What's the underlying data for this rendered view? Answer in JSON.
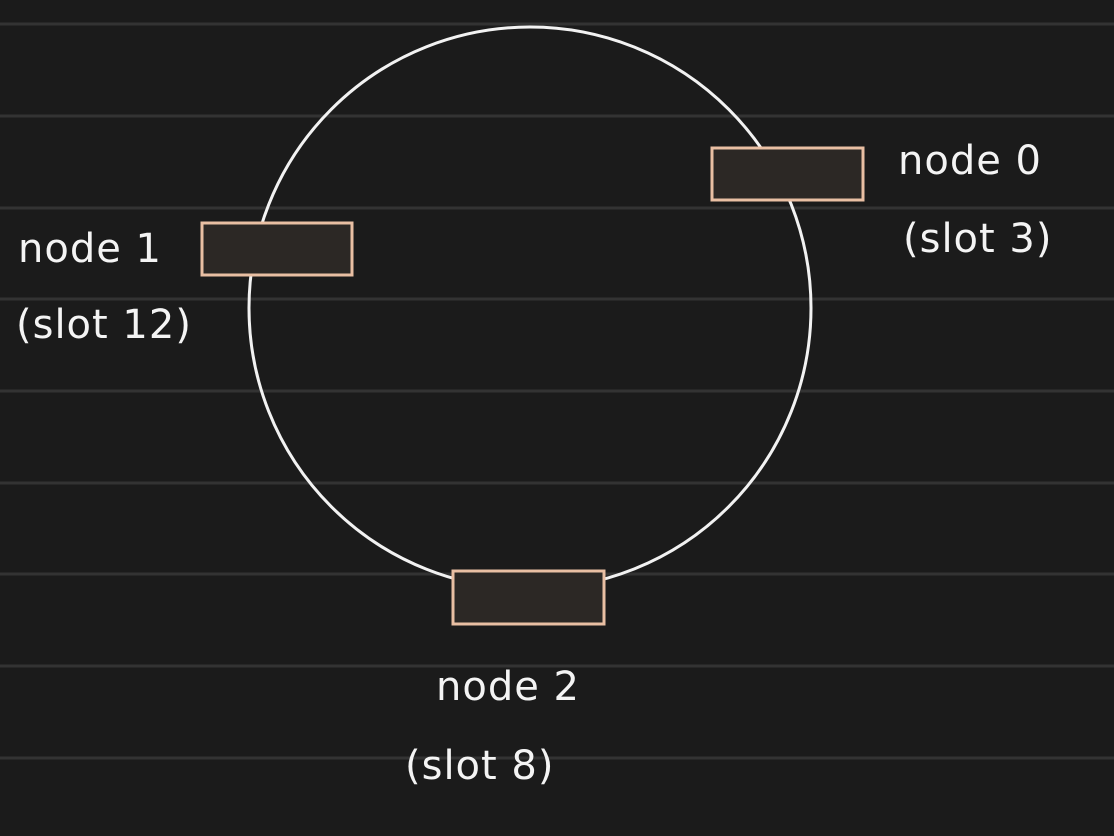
{
  "diagram": {
    "colors": {
      "background": "#1b1b1b",
      "ruled_line": "#333333",
      "ring": "#f2f2f2",
      "node_border": "#e9bfa3",
      "node_fill": "#2c2825",
      "text": "#f4f4f4"
    },
    "nodes": [
      {
        "name": "node 0",
        "slot": "(slot 3)"
      },
      {
        "name": "node 1",
        "slot": "(slot 12)"
      },
      {
        "name": "node 2",
        "slot": "(slot 8)"
      }
    ]
  }
}
